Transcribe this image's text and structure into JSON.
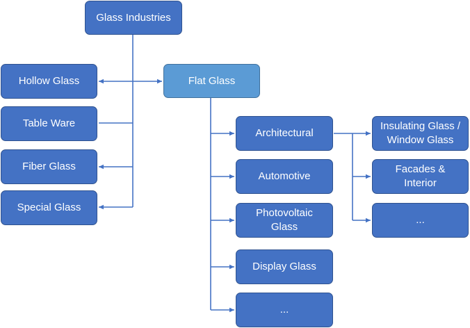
{
  "colors": {
    "node_fill": "#4472c4",
    "node_border": "#2f528f",
    "flat_fill": "#5b9bd5",
    "connector": "#4472c4",
    "text": "#ffffff"
  },
  "nodes": {
    "root": "Glass Industries",
    "hollow": "Hollow Glass",
    "table": "Table Ware",
    "fiber": "Fiber Glass",
    "special": "Special Glass",
    "flat": "Flat Glass",
    "architectural": "Architectural",
    "automotive": "Automotive",
    "photovoltaic": "Photovoltaic\nGlass",
    "display": "Display Glass",
    "flat_more": "...",
    "insulating": "Insulating Glass /\nWindow Glass",
    "facades": "Facades &\nInterior",
    "arch_more": "..."
  }
}
